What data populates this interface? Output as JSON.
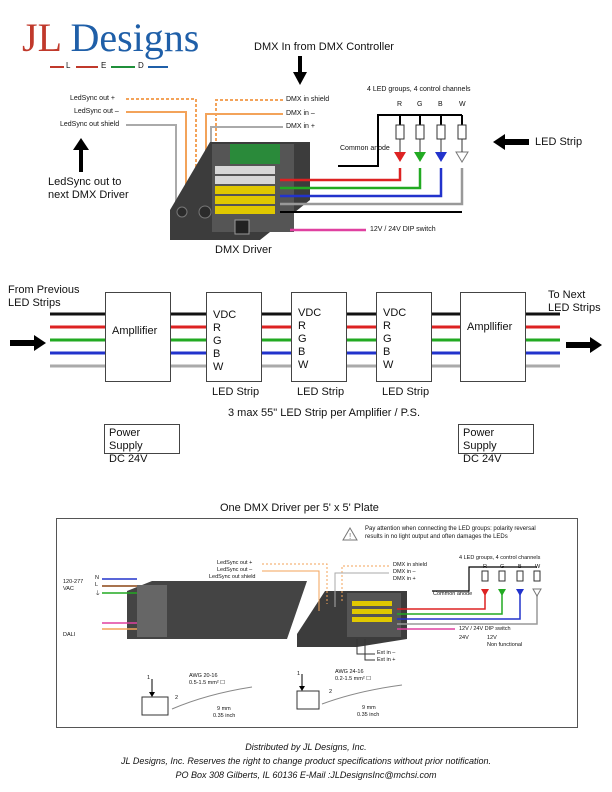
{
  "logo": {
    "part1": "JL",
    "part2": "Designs",
    "letters": [
      "L",
      "E",
      "D"
    ],
    "colors": {
      "j": "#c0392b",
      "l": "#1f8f3a",
      "designs": "#1f5fa8",
      "d": "#1f5fa8"
    }
  },
  "top": {
    "dmx_in_title": "DMX In from DMX Controller",
    "ledsync_labels": [
      "LedSync out +",
      "LedSync out –",
      "LedSync out shield"
    ],
    "dmx_labels": [
      "DMX in shield",
      "DMX in –",
      "DMX in +"
    ],
    "groups_title": "4 LED groups, 4 control channels",
    "channels": [
      "R",
      "G",
      "B",
      "W"
    ],
    "common_anode": "Common anode",
    "led_strip": "LED Strip",
    "ledsync_next": "LedSync out to\nnext DMX Driver",
    "dip_switch": "12V / 24V DIP switch",
    "driver_label": "DMX Driver"
  },
  "middle": {
    "from_prev": "From Previous\nLED Strips",
    "to_next": "To Next\nLED Strips",
    "amplifier": "Ampllifier",
    "strip_lines": [
      "VDC",
      "R",
      "G",
      "B",
      "W"
    ],
    "strip_caption": "LED Strip",
    "note": "3 max 55\" LED Strip per Amplifier / P.S.",
    "power_supply": [
      "Power Supply",
      "DC 24V"
    ]
  },
  "bottom": {
    "title": "One DMX Driver per 5' x 5' Plate",
    "warning": "Pay attention when connecting the LED groups: polarity reversal\nresults in no light output and often damages the LEDs",
    "vac_label": "120-277\nVAC",
    "vac_pins": [
      "N",
      "L",
      "⏚"
    ],
    "dali_label": "DALI",
    "ledsync_labels": [
      "LedSync out +",
      "LedSync out –",
      "LedSync out shield"
    ],
    "dmx_labels": [
      "DMX in shield",
      "DMX in –",
      "DMX in +"
    ],
    "groups_title": "4 LED groups, 4 control channels",
    "channels": [
      "R",
      "G",
      "B",
      "W"
    ],
    "common_anode": "Common anode",
    "dip_switch": "12V / 24V DIP switch",
    "dip_options": [
      "24V",
      "12V"
    ],
    "non_functional": "Non functional",
    "ext_labels": [
      "Ext in –",
      "Ext in +"
    ],
    "awg1": [
      "AWG 20-16",
      "0.5-1.5 mm² ☐"
    ],
    "awg2": [
      "AWG 24-16",
      "0.2-1.5 mm² ☐"
    ],
    "dim": [
      "9 mm",
      "0.35 inch"
    ],
    "steps": [
      "1",
      "2"
    ]
  },
  "footer": [
    "Distributed by JL Designs, Inc.",
    "JL Designs, Inc. Reserves the right to change product specifications without prior notification.",
    "PO Box 308  Gilberts, IL 60136      E-Mail :JLDesignsInc@mchsi.com"
  ]
}
